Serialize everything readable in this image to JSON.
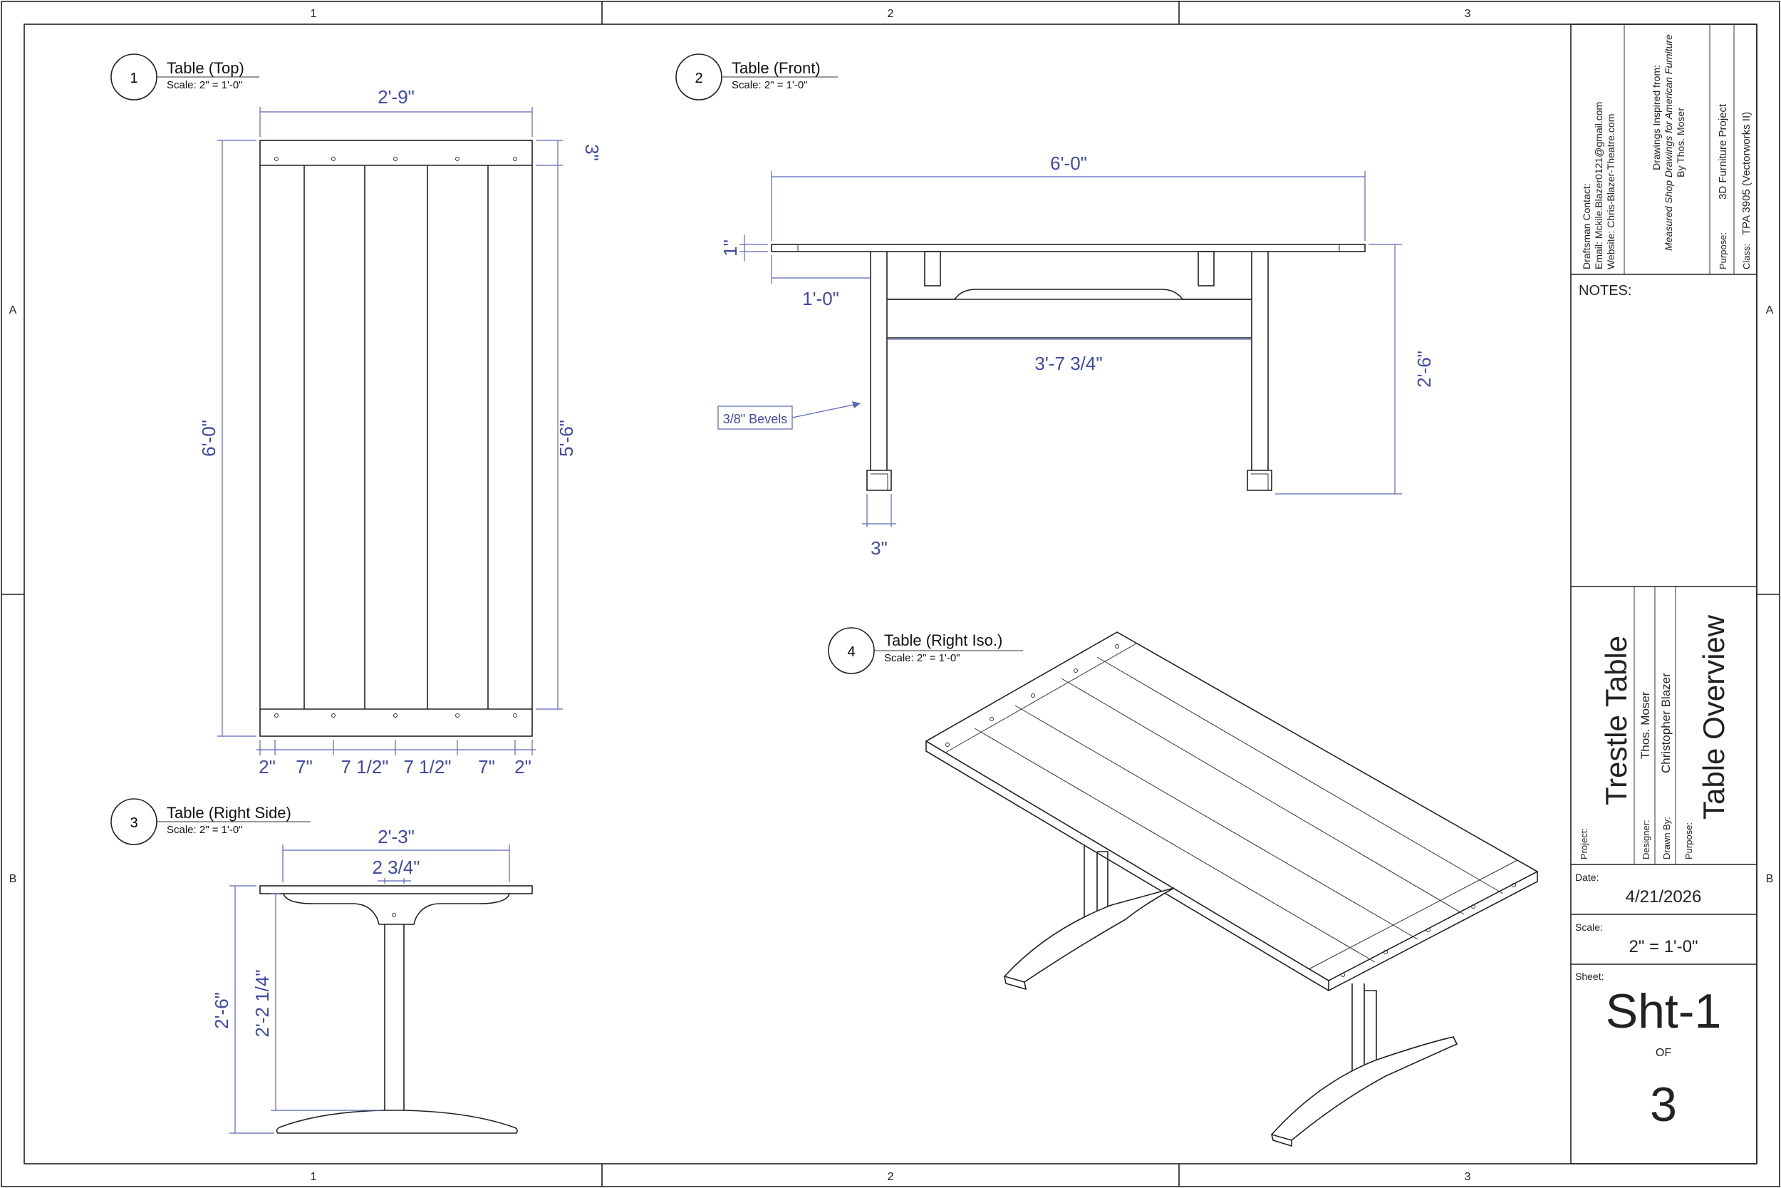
{
  "grid": {
    "columns": [
      "1",
      "2",
      "3"
    ],
    "rows": [
      "A",
      "B"
    ]
  },
  "views": [
    {
      "number": "1",
      "title": "Table (Top)",
      "scale": "Scale: 2\" = 1'-0\""
    },
    {
      "number": "2",
      "title": "Table (Front)",
      "scale": "Scale: 2\" = 1'-0\""
    },
    {
      "number": "3",
      "title": "Table (Right Side)",
      "scale": "Scale: 2\" = 1'-0\""
    },
    {
      "number": "4",
      "title": "Table (Right Iso.)",
      "scale": "Scale: 2\" = 1'-0\""
    }
  ],
  "dimensions": {
    "top": {
      "width": "2'-9\"",
      "length": "6'-0\"",
      "end_board": "3\"",
      "inner_length": "5'-6\"",
      "boards": [
        "2\"",
        "7\"",
        "7 1/2\"",
        "7 1/2\"",
        "7\"",
        "2\""
      ]
    },
    "front": {
      "length": "6'-0\"",
      "top_thickness": "1\"",
      "overhang": "1'-0\"",
      "between_legs": "3'-7 3/4\"",
      "height": "2'-6\"",
      "leg_width": "3\"",
      "bevel_note": "3/8\" Bevels"
    },
    "side": {
      "width": "2'-3\"",
      "post_width": "2 3/4\"",
      "height": "2'-6\"",
      "leg_height": "2'-2 1/4\""
    }
  },
  "title_block": {
    "contact_heading": "Draftsman Contact:",
    "email": "Email: Mckile.Blazer0121@gmail.com",
    "website": "Website: Chris-Blazer-Theatre.com",
    "inspired_line1": "Drawings Inspired from:",
    "inspired_line2": "Measured Shop Drawings for American Furniture",
    "inspired_line3": "By Thos. Moser",
    "purpose_label": "Purpose:",
    "purpose_value": "3D Furniture Project",
    "class_label": "Class:",
    "class_value": "TPA 3905 (Vectorworks II)",
    "notes_label": "NOTES:",
    "project_label": "Project:",
    "project_value": "Trestle Table",
    "designer_label": "Designer:",
    "designer_value": "Thos. Moser",
    "drawn_by_label": "Drawn By:",
    "drawn_by_value": "Christopher Blazer",
    "purpose2_label": "Purpose:",
    "purpose2_value": "Table Overview",
    "date_label": "Date:",
    "date_value": "4/21/2026",
    "scale_label": "Scale:",
    "scale_value": "2\" = 1'-0\"",
    "sheet_label": "Sheet:",
    "sheet_value": "Sht-1",
    "of_label": "OF",
    "total_sheets": "3"
  },
  "colors": {
    "line": "#222222",
    "dimension": "#3f4aa6",
    "paper": "#ffffff"
  }
}
